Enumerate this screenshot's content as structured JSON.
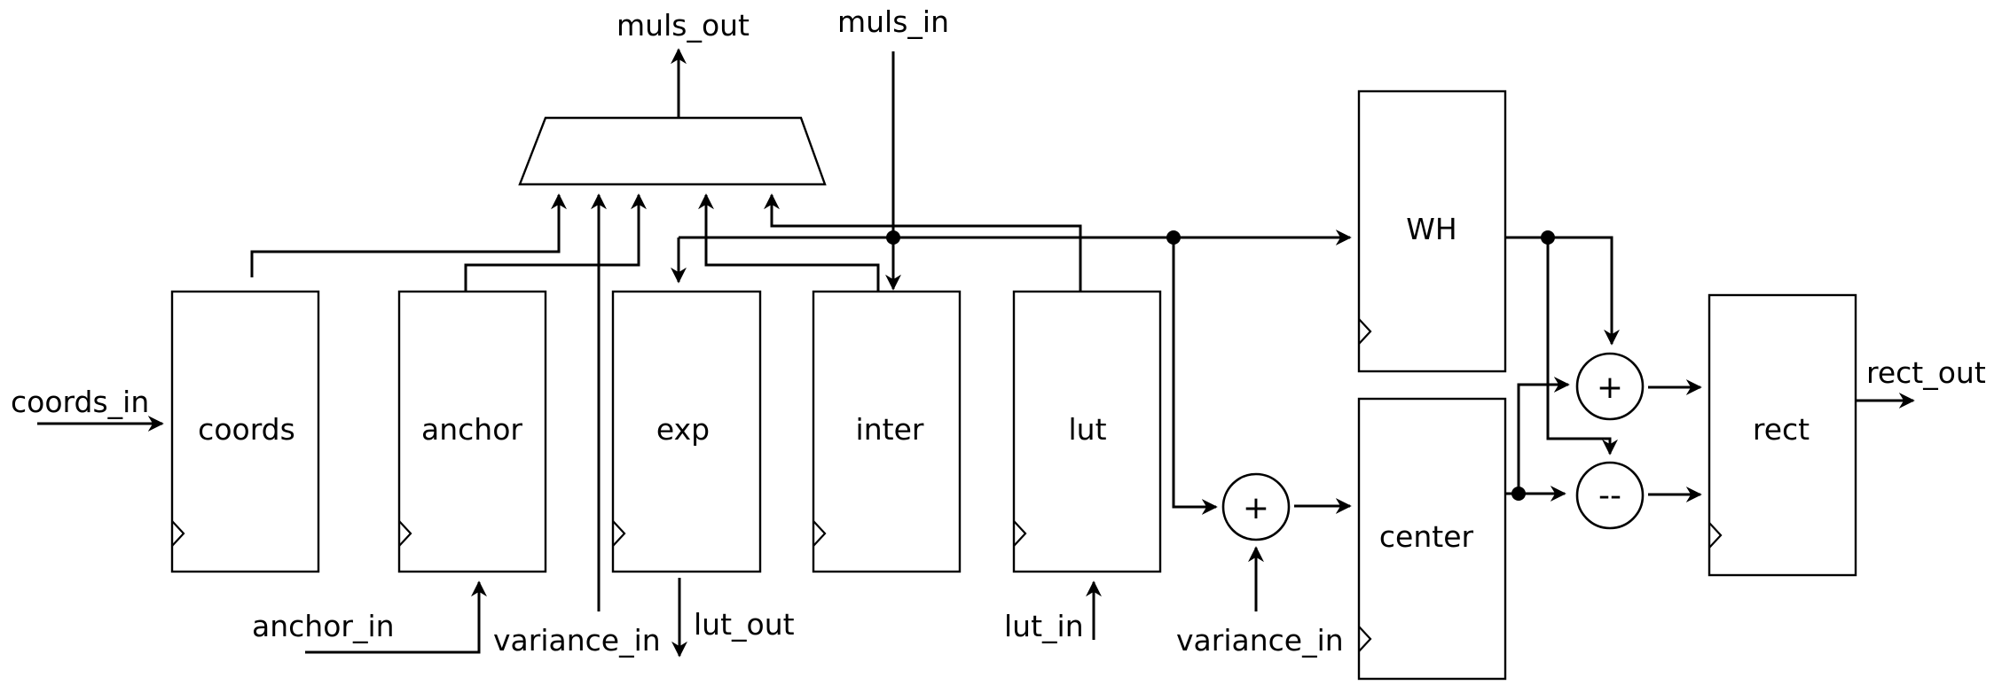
{
  "blocks": {
    "coords": "coords",
    "anchor": "anchor",
    "exp": "exp",
    "inter": "inter",
    "lut": "lut",
    "wh": "WH",
    "center": "center",
    "rect": "rect"
  },
  "ports": {
    "muls_out": "muls_out",
    "muls_in": "muls_in",
    "coords_in": "coords_in",
    "anchor_in": "anchor_in",
    "variance_in_mux": "variance_in",
    "lut_out": "lut_out",
    "lut_in": "lut_in",
    "variance_in_adder": "variance_in",
    "rect_out": "rect_out"
  },
  "operators": {
    "add_center": "+",
    "add_rect": "+",
    "sub_rect": "--"
  }
}
